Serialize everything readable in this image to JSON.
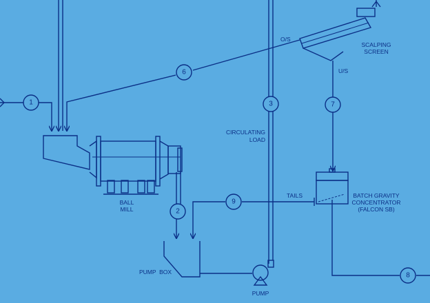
{
  "colors": {
    "background": "#5aace2",
    "line": "#0b2f86",
    "line_light": "#cfe6f8"
  },
  "streams": [
    "1",
    "2",
    "3",
    "6",
    "7",
    "8",
    "9"
  ],
  "labels": {
    "ball_mill": [
      "BALL",
      "MILL"
    ],
    "scalping_screen": [
      "SCALPING",
      "SCREEN"
    ],
    "oversize": "O/S",
    "undersize": "U/S",
    "circulating_load": [
      "CIRCULATING",
      "LOAD"
    ],
    "tails": "TAILS",
    "concentrator": [
      "BATCH GRAVITY",
      "CONCENTRATOR",
      "(FALCON SB)"
    ],
    "pump_box": "PUMP  BOX",
    "pump": "PUMP"
  }
}
